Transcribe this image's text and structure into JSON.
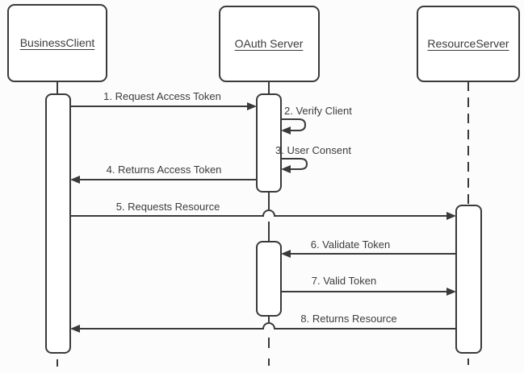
{
  "diagram": {
    "type": "uml-sequence-diagram",
    "subject": "OAuth token flow",
    "colors": {
      "stroke": "#3a3a3a",
      "text": "#3c3c3c",
      "background": "#fcfcfc",
      "shape_fill": "#ffffff"
    },
    "actors": [
      {
        "label": "BusinessClient"
      },
      {
        "label": "OAuth Server"
      },
      {
        "label": "ResourceServer"
      }
    ],
    "messages": [
      {
        "label": "1. Request Access Token",
        "from": "BusinessClient",
        "to": "OAuth Server",
        "kind": "solid-arrow-right"
      },
      {
        "label": "2. Verify Client",
        "from": "OAuth Server",
        "to": "OAuth Server",
        "kind": "self-message"
      },
      {
        "label": "3. User Consent",
        "from": "OAuth Server",
        "to": "OAuth Server",
        "kind": "self-message"
      },
      {
        "label": "4. Returns Access Token",
        "from": "OAuth Server",
        "to": "BusinessClient",
        "kind": "solid-arrow-left"
      },
      {
        "label": "5. Requests Resource",
        "from": "BusinessClient",
        "to": "ResourceServer",
        "kind": "solid-arrow-right"
      },
      {
        "label": "6. Validate Token",
        "from": "ResourceServer",
        "to": "OAuth Server",
        "kind": "solid-arrow-left"
      },
      {
        "label": "7. Valid Token",
        "from": "OAuth Server",
        "to": "ResourceServer",
        "kind": "solid-arrow-right"
      },
      {
        "label": "8. Returns Resource",
        "from": "ResourceServer",
        "to": "BusinessClient",
        "kind": "solid-arrow-left"
      }
    ]
  }
}
